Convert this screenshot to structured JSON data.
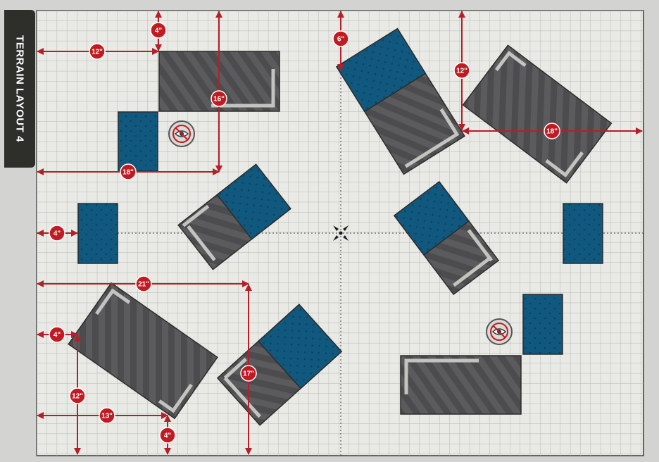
{
  "title": "TERRAIN LAYOUT 4",
  "colors": {
    "board": "#e9e9e5",
    "grid": "#b8b8b5",
    "ruin": "#5a5a5c",
    "ruin_wall": "#c3c3bf",
    "area": "#0f587f",
    "marker": "#c01b22",
    "line": "#b3202a"
  },
  "icons": [
    "eye-objective-icon",
    "board-center-icon"
  ],
  "measurements": [
    {
      "id": "top-left-4",
      "label": "4\""
    },
    {
      "id": "top-left-12",
      "label": "12\""
    },
    {
      "id": "top-left-16",
      "label": "16\""
    },
    {
      "id": "top-left-18",
      "label": "18\""
    },
    {
      "id": "mid-left-4",
      "label": "4\""
    },
    {
      "id": "left-21",
      "label": "21\""
    },
    {
      "id": "bottom-left-4",
      "label": "4\""
    },
    {
      "id": "bottom-left-12",
      "label": "12\""
    },
    {
      "id": "bottom-left-13",
      "label": "13\""
    },
    {
      "id": "bottom-4",
      "label": "4\""
    },
    {
      "id": "bottom-17",
      "label": "17\""
    },
    {
      "id": "top-center-6",
      "label": "6\""
    },
    {
      "id": "top-right-12",
      "label": "12\""
    },
    {
      "id": "right-18",
      "label": "18\""
    }
  ]
}
